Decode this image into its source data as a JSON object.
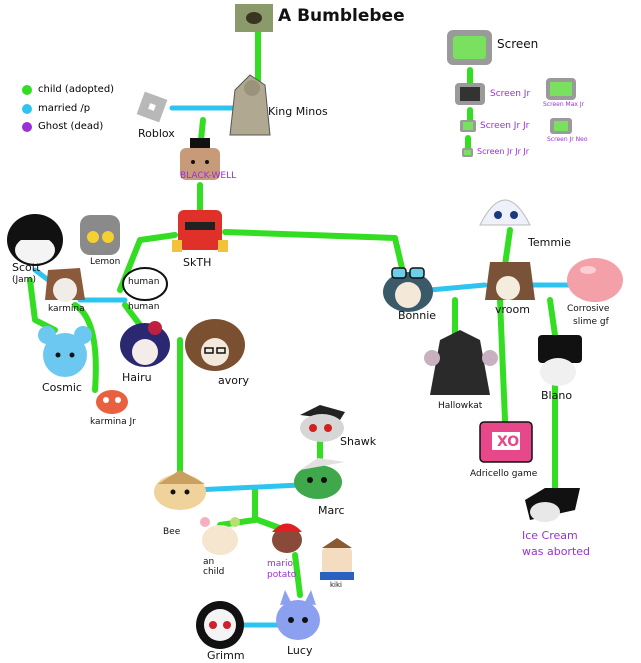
{
  "title": "A Bumblebee",
  "legend": {
    "child": "child (adopted)",
    "married": "married /p",
    "ghost": "Ghost (dead)",
    "colors": {
      "child": "#33dd22",
      "married": "#2ec4f0",
      "ghost": "#9b2fd8"
    }
  },
  "screen_family": {
    "screen": "Screen",
    "screen_jr": "Screen Jr",
    "screen_max_jr": "Screen Max Jr",
    "screen_jr_jr": "Screen Jr Jr",
    "screen_jr_neo": "Screen Jr Neo",
    "screen_jr_jr_jr": "Screen Jr Jr Jr"
  },
  "names": {
    "king_minos": "King Minos",
    "roblox": "Roblox",
    "blackwell": "BLACK-WELL",
    "scott": "Scott",
    "scott_sub": "(Jam)",
    "lemon": "Lemon",
    "skth": "SkTH",
    "temmie": "Temmie",
    "karmina": "karmina",
    "human_bubble": "human",
    "human": "human",
    "bonnie": "Bonnie",
    "vroom": "vroom",
    "corrosive": "Corrosive",
    "slime_gf": "slime gf",
    "cosmic": "Cosmic",
    "hairu": "Hairu",
    "avory": "avory",
    "karmina_jr": "karmina Jr",
    "hallowkat": "Hallowkat",
    "blano": "Blano",
    "shawk": "Shawk",
    "adricello": "Adricello game",
    "xo": "XO",
    "bee": "Bee",
    "marc": "Marc",
    "ice_cream": "Ice Cream",
    "was_aborted": "was aborted",
    "an_child": "an",
    "an_child2": "child",
    "mario_potato": "mario",
    "mario_potato2": "potato",
    "kiki": "kiki",
    "grimm": "Grimm",
    "lucy": "Lucy"
  }
}
